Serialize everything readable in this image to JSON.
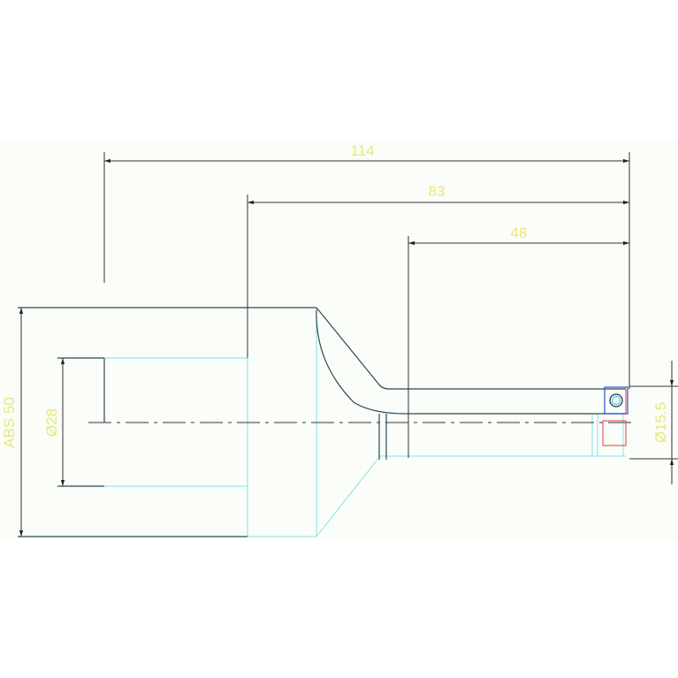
{
  "drawing": {
    "colors": {
      "background": "#ffffff",
      "sheet": "#fbfdf9",
      "outline": "#2a4a55",
      "hidden_edges": "#7fe3ea",
      "dimension_lines": "#333333",
      "dimension_text": "#e8e8a0",
      "marker_red": "#e03b3b",
      "marker_blue": "#2b4fd6",
      "marker_cyan": "#2ab8c6"
    },
    "dimensions": {
      "overall_length": "114",
      "shank_to_tip": "83",
      "blade_length": "48",
      "body_diameter": "ABS 50",
      "bore_diameter": "Ø28",
      "tip_diameter": "Ø15.5"
    }
  }
}
